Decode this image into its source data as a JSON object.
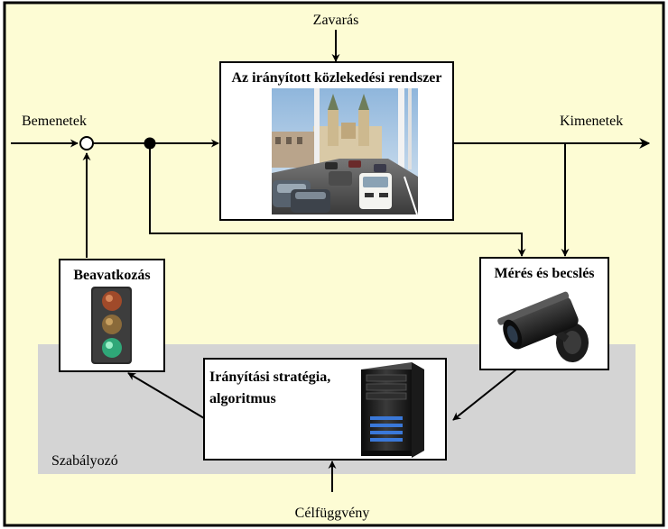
{
  "labels": {
    "disturbance": "Zavarás",
    "inputs": "Bemenetek",
    "outputs": "Kimenetek",
    "objective": "Célfüggvény",
    "controller": "Szabályozó"
  },
  "blocks": {
    "system": {
      "title": "Az irányított közlekedési rendszer"
    },
    "measurement": {
      "title": "Mérés és becslés"
    },
    "intervention": {
      "title": "Beavatkozás"
    },
    "strategy": {
      "title_line1": "Irányítási stratégia,",
      "title_line2": "algoritmus"
    }
  },
  "colors": {
    "background": "#fdfcd4",
    "controller_band": "#d4d4d4",
    "border": "#000000"
  },
  "icons": {
    "system": "traffic-photo-icon",
    "measurement": "cctv-camera-icon",
    "intervention": "traffic-light-icon",
    "strategy": "computer-tower-icon"
  }
}
